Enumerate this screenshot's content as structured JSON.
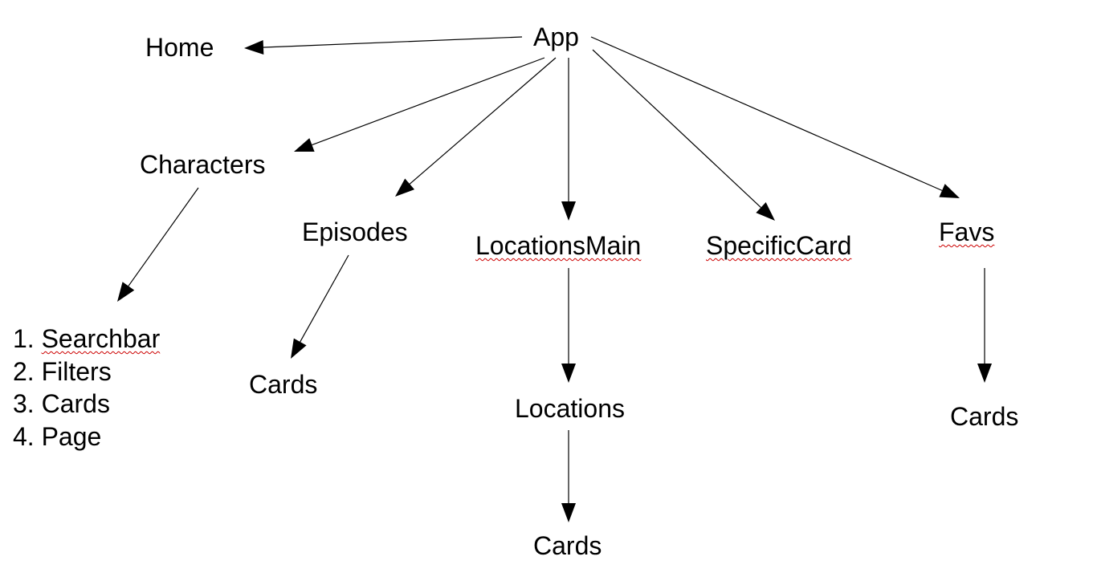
{
  "nodes": {
    "app": "App",
    "home": "Home",
    "characters": "Characters",
    "episodes": "Episodes",
    "locations_main": "LocationsMain",
    "specific_card": "SpecificCard",
    "favs": "Favs",
    "episodes_cards": "Cards",
    "locations": "Locations",
    "locations_cards": "Cards",
    "favs_cards": "Cards"
  },
  "characters_children": [
    {
      "num": "1.",
      "label": "Searchbar"
    },
    {
      "num": "2.",
      "label": "Filters"
    },
    {
      "num": "3.",
      "label": "Cards"
    },
    {
      "num": "4.",
      "label": "Page"
    }
  ],
  "colors": {
    "line": "#000000",
    "spellcheck_underline": "#cc0000",
    "background": "#ffffff"
  }
}
